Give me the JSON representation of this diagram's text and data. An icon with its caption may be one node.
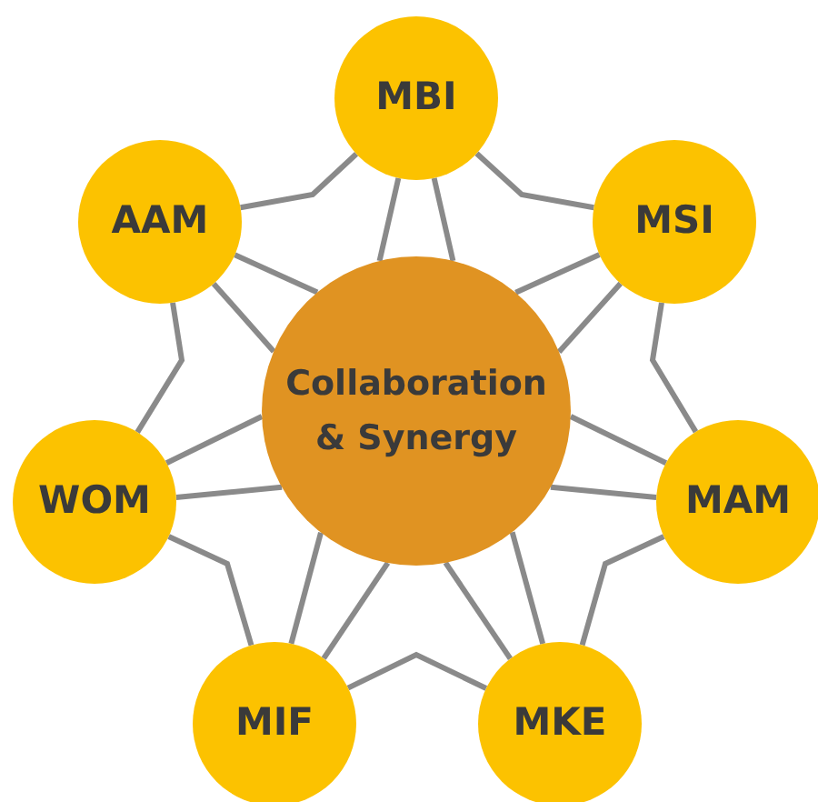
{
  "diagram": {
    "nodes": [
      {
        "text": [
          "Collaboration & Synergy"
        ]
      },
      {
        "text": [
          "MBI"
        ]
      },
      {
        "text": [
          "MSI"
        ]
      },
      {
        "text": [
          "MAM"
        ]
      },
      {
        "text": [
          "MKE"
        ]
      },
      {
        "text": [
          "MIF"
        ]
      },
      {
        "text": [
          "WOM"
        ]
      },
      {
        "text": [
          "AAM"
        ]
      }
    ],
    "edges": [
      {
        "from": 0,
        "to": 1,
        "arrow": "none"
      },
      {
        "from": 0,
        "to": 1,
        "arrow": "none"
      },
      {
        "from": 0,
        "to": 2,
        "arrow": "none"
      },
      {
        "from": 0,
        "to": 2,
        "arrow": "none"
      },
      {
        "from": 0,
        "to": 3,
        "arrow": "none"
      },
      {
        "from": 0,
        "to": 3,
        "arrow": "none"
      },
      {
        "from": 0,
        "to": 4,
        "arrow": "none"
      },
      {
        "from": 0,
        "to": 4,
        "arrow": "none"
      },
      {
        "from": 0,
        "to": 5,
        "arrow": "none"
      },
      {
        "from": 0,
        "to": 5,
        "arrow": "none"
      },
      {
        "from": 0,
        "to": 6,
        "arrow": "none"
      },
      {
        "from": 0,
        "to": 6,
        "arrow": "none"
      },
      {
        "from": 0,
        "to": 7,
        "arrow": "none"
      },
      {
        "from": 0,
        "to": 7,
        "arrow": "none"
      },
      {
        "from": 1,
        "to": 2,
        "arrow": "none"
      },
      {
        "from": 2,
        "to": 3,
        "arrow": "none"
      },
      {
        "from": 3,
        "to": 4,
        "arrow": "none"
      },
      {
        "from": 4,
        "to": 5,
        "arrow": "none"
      },
      {
        "from": 5,
        "to": 6,
        "arrow": "none"
      },
      {
        "from": 6,
        "to": 7,
        "arrow": "none"
      },
      {
        "from": 7,
        "to": 1,
        "arrow": "none"
      }
    ]
  }
}
